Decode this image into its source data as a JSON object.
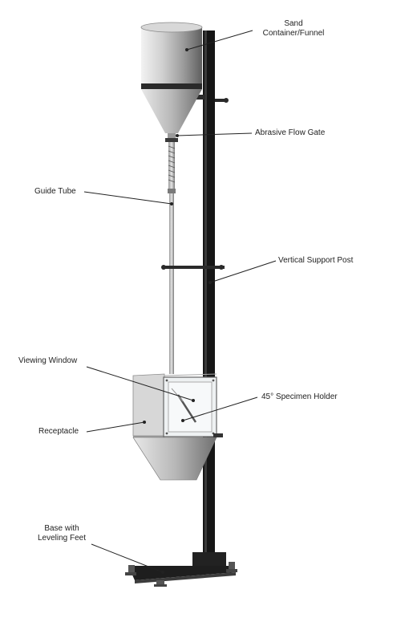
{
  "labels": {
    "sand_container": "Sand\nContainer/Funnel",
    "flow_gate": "Abrasive Flow Gate",
    "guide_tube": "Guide Tube",
    "support_post": "Vertical Support Post",
    "viewing_window": "Viewing Window",
    "specimen_holder": "45° Specimen Holder",
    "receptacle": "Receptacle",
    "base": "Base with\nLeveling Feet"
  },
  "colors": {
    "ink": "#222222",
    "post": "#161616",
    "steel_light": "#e6e6e6",
    "steel_dark": "#6f6f6f"
  }
}
